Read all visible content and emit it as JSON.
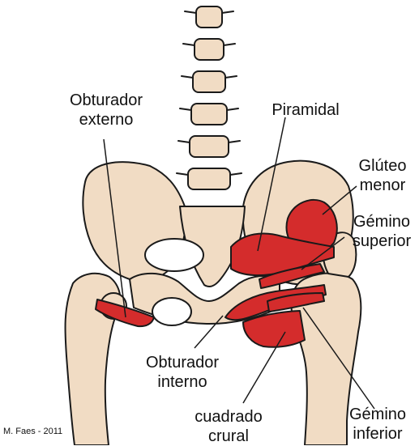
{
  "labels": {
    "obturador_externo": [
      "Obturador",
      "externo"
    ],
    "piramidal": "Piramidal",
    "gluteo_menor": [
      "Glúteo",
      "menor"
    ],
    "gemino_superior": [
      "Gémino",
      "superior"
    ],
    "obturador_interno": [
      "Obturador",
      "interno"
    ],
    "cuadrado_crural": [
      "cuadrado",
      "crural"
    ],
    "gemino_inferior": [
      "Gémino",
      "inferior"
    ]
  },
  "credit": "M. Faes - 2011",
  "colors": {
    "bone": "#f1dcc4",
    "muscle": "#d42c2c",
    "outline": "#1a1a1a",
    "background": "#ffffff"
  }
}
